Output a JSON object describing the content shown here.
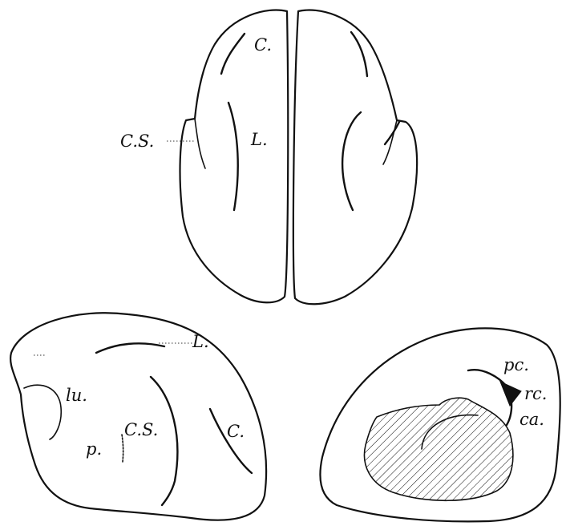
{
  "labels": {
    "top_view": {
      "c": "C.",
      "cs": "C.S.",
      "l": "L."
    },
    "lateral_view": {
      "l": "L.",
      "lu": "lu.",
      "cs": "C.S.",
      "p": "p.",
      "c": "C."
    },
    "medial_view": {
      "pc": "pc.",
      "rc": "rc.",
      "ca": "ca."
    }
  }
}
